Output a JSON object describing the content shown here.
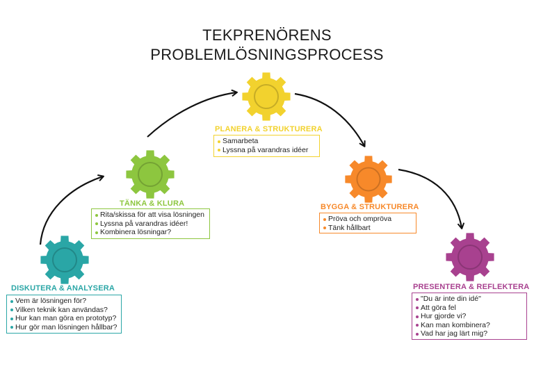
{
  "title": {
    "line1": "TEKPRENÖRENS",
    "line2": "PROBLEMLÖSNINGSPROCESS"
  },
  "stages": [
    {
      "id": "diskutera",
      "heading": "DISKUTERA & ANALYSERA",
      "color": "#2aa6a6",
      "icon": "gear-icon",
      "items": [
        "Vem är lösningen för?",
        "Vilken teknik kan användas?",
        "Hur kan man göra en prototyp?",
        "Hur gör man lösningen hållbar?"
      ]
    },
    {
      "id": "tanka",
      "heading": "TÄNKA & KLURA",
      "color": "#8dc63f",
      "icon": "gear-icon",
      "items": [
        "Rita/skissa för att visa lösningen",
        "Lyssna på varandras idéer!",
        "Kombinera lösningar?"
      ]
    },
    {
      "id": "planera",
      "heading": "PLANERA & STRUKTURERA",
      "color": "#f2d22e",
      "icon": "gear-icon",
      "items": [
        "Samarbeta",
        "Lyssna på varandras idéer"
      ]
    },
    {
      "id": "bygga",
      "heading": "BYGGA & STRUKTURERA",
      "color": "#f7892a",
      "icon": "gear-icon",
      "items": [
        "Pröva och ompröva",
        "Tänk hållbart"
      ]
    },
    {
      "id": "presentera",
      "heading": "PRESENTERA & REFLEKTERA",
      "color": "#a8418f",
      "icon": "gear-icon",
      "items": [
        "\"Du är inte din idé\"",
        "Att göra fel",
        "Hur gjorde vi?",
        "Kan man kombinera?",
        "Vad har jag lärt mig?"
      ]
    }
  ],
  "arrow_color": "#111111"
}
